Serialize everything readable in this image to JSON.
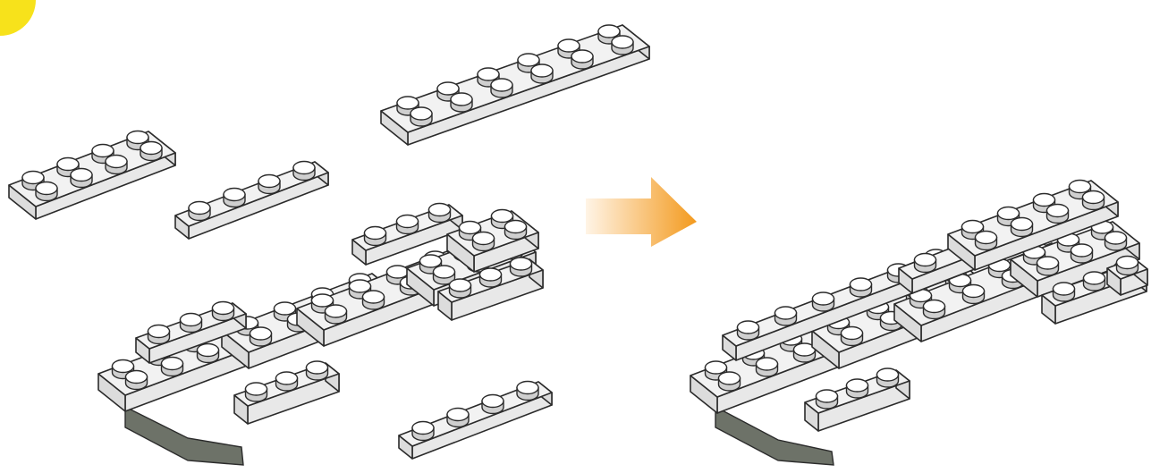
{
  "colors": {
    "background": "#ffffff",
    "brick_top": "#f2f2f2",
    "brick_side": "#dcdcdc",
    "brick_front": "#e8e8e8",
    "outline": "#2b2b2b",
    "stud_top": "#ffffff",
    "stud_shade": "#cfcfcf",
    "dark_base": "#6d7268",
    "arrow_start": "#fff4e6",
    "arrow_end": "#f39a1e",
    "corner_badge": "#f7e21b"
  },
  "icons": {
    "corner_badge": "yellow-circle",
    "step_arrow": "right-arrow"
  },
  "parts": [
    {
      "name": "plate-2x4",
      "studs_per_row": 4,
      "rows": 2
    },
    {
      "name": "plate-1x4-upper",
      "studs_per_row": 4,
      "rows": 1
    },
    {
      "name": "plate-2x6",
      "studs_per_row": 6,
      "rows": 2
    },
    {
      "name": "plate-1x4-lower",
      "studs_per_row": 4,
      "rows": 1
    }
  ]
}
